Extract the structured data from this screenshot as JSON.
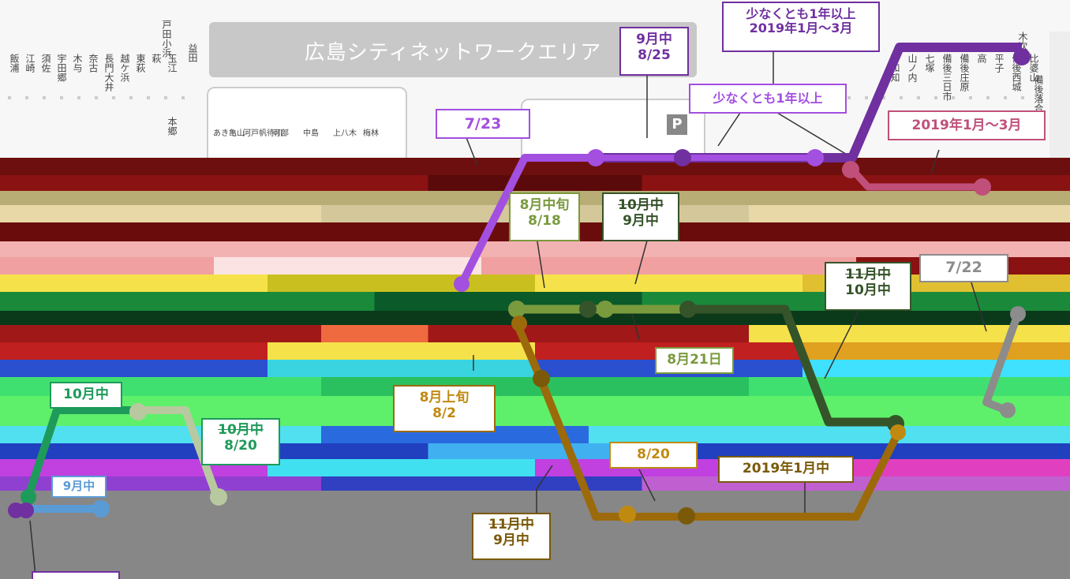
{
  "map": {
    "area_title": "広島シティネットワークエリア",
    "left_stations": [
      "玉江",
      "萩",
      "東萩",
      "越ケ浜",
      "長門大井",
      "奈古",
      "木与",
      "宇田郷",
      "須佐",
      "江崎",
      "飯浦"
    ],
    "right_stations": [
      "下和知",
      "山ノ内",
      "七塚",
      "備後三日市",
      "備後庄原",
      "高",
      "平子",
      "備後西城",
      "比婆山"
    ],
    "center_stations": [
      "あき亀山",
      "河戸帆待川",
      "可部",
      "中島",
      "上八木",
      "梅林"
    ],
    "corner_stations": [
      "益田",
      "戸田小浜",
      "本郷",
      "木次線",
      "備後落合"
    ],
    "parking_glyph": "P"
  },
  "colors": {
    "purple_dark": "#7030a0",
    "purple_light": "#a34fe0",
    "magenta": "#c0507a",
    "olive_light": "#7a9a3e",
    "olive_dark": "#36542a",
    "gold": "#9c6a0a",
    "green": "#1e9a5a",
    "blue": "#5b9bd5",
    "sage": "#b8c9a0",
    "gray": "#8c8c8c"
  },
  "labels": {
    "l1": "少なくとも1年以上",
    "l1b": "2019年1月〜3月",
    "l2a": "9月中",
    "l2b": "8/25",
    "l3": "少なくとも1年以上",
    "l4": "2019年1月〜3月",
    "l5": "7/23",
    "l6a": "8月中旬",
    "l6b": "8/18",
    "l7a": "10月中",
    "l7b": "9月中",
    "l8a": "11月中",
    "l8b": "10月中",
    "l9": "7/22",
    "l10": "8月21日",
    "l11a": "8月上旬",
    "l11b": "8/2",
    "l12": "10月中",
    "l13a": "10月中",
    "l13b": "8/20",
    "l14": "9月中",
    "l15": "8/20",
    "l16": "2019年1月中",
    "l17a": "11月中",
    "l17b": "9月中"
  }
}
